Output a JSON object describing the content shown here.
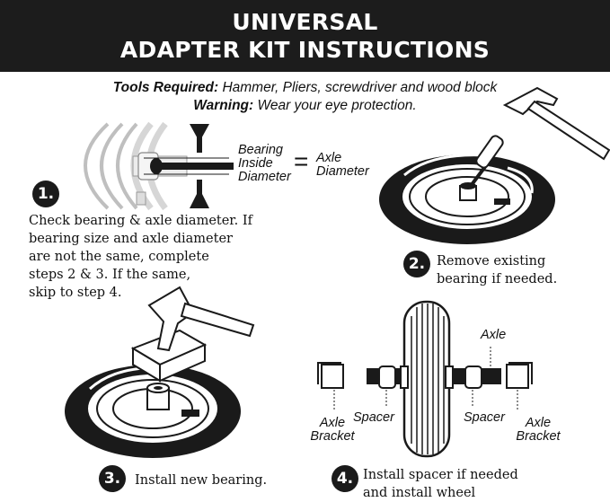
{
  "header": {
    "line1": "UNIVERSAL",
    "line2": "ADAPTER KIT INSTRUCTIONS"
  },
  "tools": {
    "label": "Tools Required:",
    "text": "Hammer, Pliers, screwdriver and wood block"
  },
  "warning": {
    "label": "Warning:",
    "text": "Wear your eye protection."
  },
  "step1": {
    "number": "1.",
    "bearing_label": [
      "Bearing",
      "Inside",
      "Diameter"
    ],
    "equals": "=",
    "axle_label": [
      "Axle",
      "Diameter"
    ],
    "text": [
      "Check bearing & axle diameter. If",
      "bearing size and axle diameter",
      "are not the same, complete",
      "steps 2 & 3. If the same,",
      "skip to step 4."
    ]
  },
  "step2": {
    "number": "2.",
    "text": [
      "Remove existing",
      "bearing if needed."
    ]
  },
  "step3": {
    "number": "3.",
    "text": "Install new bearing."
  },
  "step4": {
    "number": "4.",
    "text": [
      "Install spacer if needed",
      "and install wheel"
    ],
    "labels": {
      "axle": "Axle",
      "spacer_left": "Spacer",
      "spacer_right": "Spacer",
      "bracket_left": [
        "Axle",
        "Bracket"
      ],
      "bracket_right": [
        "Axle",
        "Bracket"
      ]
    }
  },
  "icons": [
    "hammer-icon",
    "wheel-icon",
    "screwdriver-icon",
    "bearing-icon",
    "wood-block-icon",
    "axle-bracket-icon",
    "spacer-icon"
  ]
}
